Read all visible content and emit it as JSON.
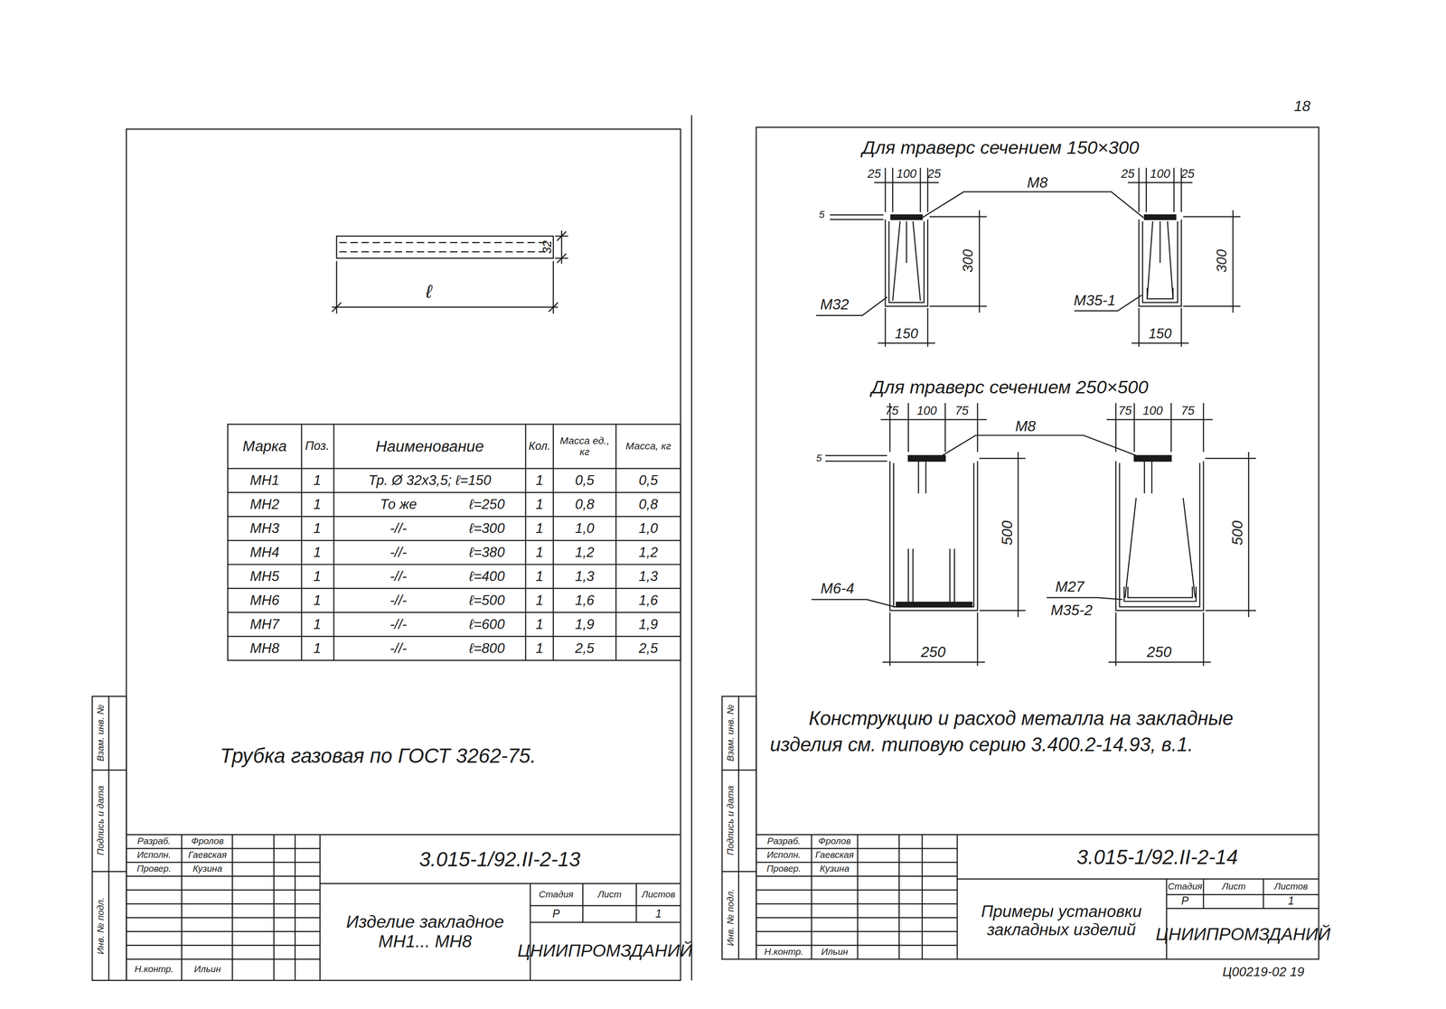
{
  "diagram": {
    "labels": [
      "18",
      "32",
      "ℓ",
      "Марка",
      "Поз.",
      "Наименование",
      "Кол.",
      "Масса ед., кг",
      "Масса, кг",
      "МН1",
      "1",
      "Тр. Ø 32х3,5; ℓ=150",
      "1",
      "0,5",
      "0,5",
      "МН2",
      "1",
      "То же",
      "ℓ=250",
      "1",
      "0,8",
      "0,8",
      "МН3",
      "1",
      "-//-",
      "ℓ=300",
      "1",
      "1,0",
      "1,0",
      "МН4",
      "1",
      "-//-",
      "ℓ=380",
      "1",
      "1,2",
      "1,2",
      "МН5",
      "1",
      "-//-",
      "ℓ=400",
      "1",
      "1,3",
      "1,3",
      "МН6",
      "1",
      "-//-",
      "ℓ=500",
      "1",
      "1,6",
      "1,6",
      "МН7",
      "1",
      "-//-",
      "ℓ=600",
      "1",
      "1,9",
      "1,9",
      "МН8",
      "1",
      "-//-",
      "ℓ=800",
      "1",
      "2,5",
      "2,5",
      "Трубка газовая по ГОСТ 3262-75.",
      "Разраб.",
      "Фролов",
      "Исполн.",
      "Гаевская",
      "Провер.",
      "Кузина",
      "Н.контр.",
      "Ильин",
      "3.015-1/92.II-2-13",
      "Изделие закладное МН1... МН8",
      "Стадия",
      "Лист",
      "Листов",
      "Р",
      "1",
      "ЦНИИПРОМЗДАНИЙ",
      "Инв. № подл.",
      "Подпись и дата",
      "Взам. инв. №",
      "Для траверс сечением 150×300",
      "25",
      "100",
      "25",
      "25",
      "100",
      "25",
      "М8",
      "5",
      "300",
      "300",
      "М32",
      "М35-1",
      "150",
      "150",
      "Для траверс сечением 250×500",
      "75",
      "100",
      "75",
      "75",
      "100",
      "75",
      "М8",
      "5",
      "500",
      "500",
      "М6-4",
      "М27",
      "М35-2",
      "250",
      "250",
      "Конструкцию и расход металла на закладные изделия см. типовую серию 3.400.2-14.93, в.1.",
      "Разраб.",
      "Фролов",
      "Исполн.",
      "Гаевская",
      "Провер.",
      "Кузина",
      "Н.контр.",
      "Ильин",
      "3.015-1/92.II-2-14",
      "Примеры установки закладных изделий",
      "Стадия",
      "Лист",
      "Листов",
      "Р",
      "1",
      "ЦНИИПРОМЗДАНИЙ",
      "Ц00219-02  19",
      "Инв. № подл.",
      "Подпись и дата",
      "Взам. инв. №"
    ]
  }
}
